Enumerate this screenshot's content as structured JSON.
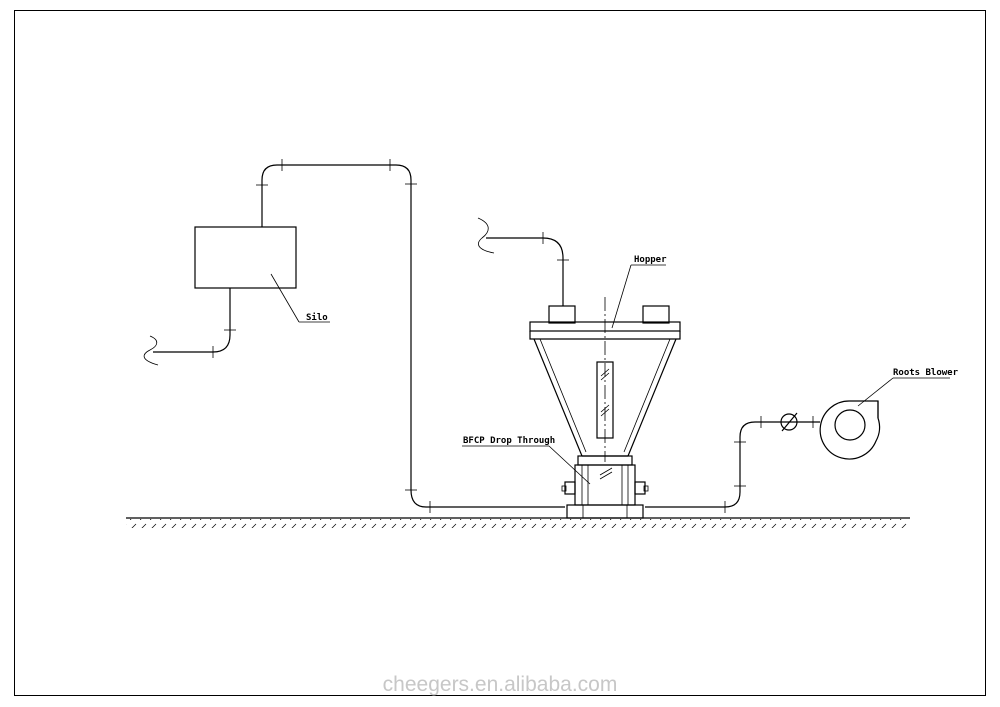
{
  "labels": {
    "silo": "Silo",
    "hopper": "Hopper",
    "bfcp": "BFCP Drop Through",
    "roots_blower": "Roots Blower"
  },
  "watermark": "cheegers.en.alibaba.com",
  "colors": {
    "line": "#000000",
    "watermark": "#c7c7c7"
  }
}
